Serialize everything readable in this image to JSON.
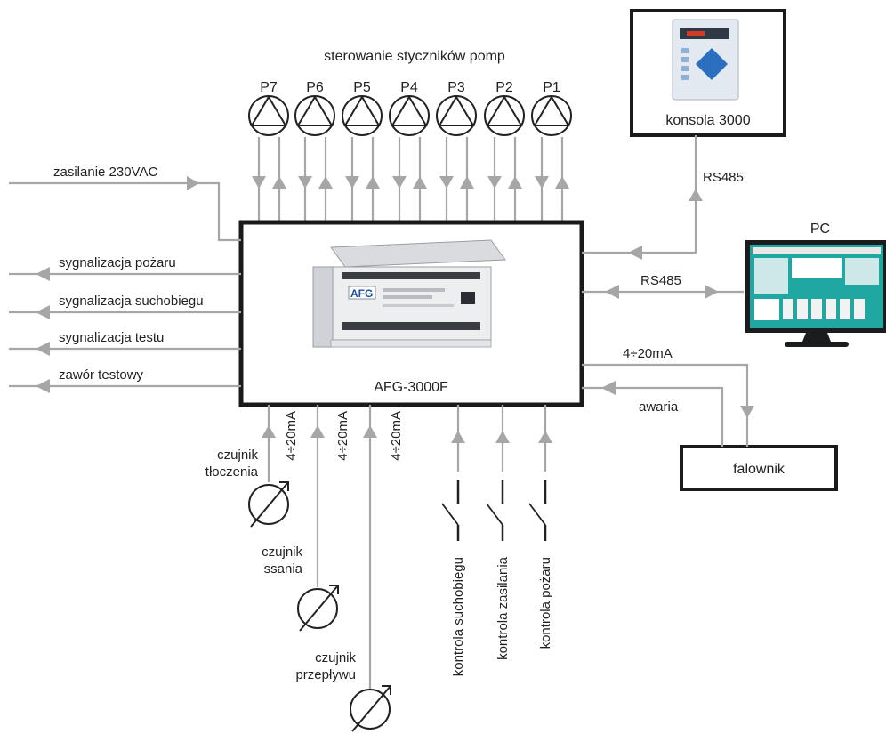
{
  "title": "sterowanie styczników pomp",
  "pumps": [
    "P7",
    "P6",
    "P5",
    "P4",
    "P3",
    "P2",
    "P1"
  ],
  "controller": {
    "label": "AFG-3000F",
    "device_text": "AFG"
  },
  "console": {
    "label": "konsola 3000"
  },
  "pc": {
    "label": "PC"
  },
  "inverter": {
    "label": "falownik"
  },
  "links": {
    "rs485_console": "RS485",
    "rs485_pc": "RS485",
    "analog_out": "4÷20mA",
    "fault": "awaria"
  },
  "left_signals": {
    "power_in": "zasilanie 230VAC",
    "outputs": [
      "sygnalizacja pożaru",
      "sygnalizacja suchobiegu",
      "sygnalizacja testu",
      "zawór testowy"
    ]
  },
  "analog_inputs": [
    "4÷20mA",
    "4÷20mA",
    "4÷20mA"
  ],
  "sensors": [
    {
      "line1": "czujnik",
      "line2": "tłoczenia"
    },
    {
      "line1": "czujnik",
      "line2": "ssania"
    },
    {
      "line1": "czujnik",
      "line2": "przepływu"
    }
  ],
  "digital_inputs": [
    "kontrola suchobiegu",
    "kontrola zasilania",
    "kontrola pożaru"
  ],
  "colors": {
    "line": "#a6a6a6",
    "frame": "#1a1a1a",
    "screen": "#1fa7a2"
  }
}
